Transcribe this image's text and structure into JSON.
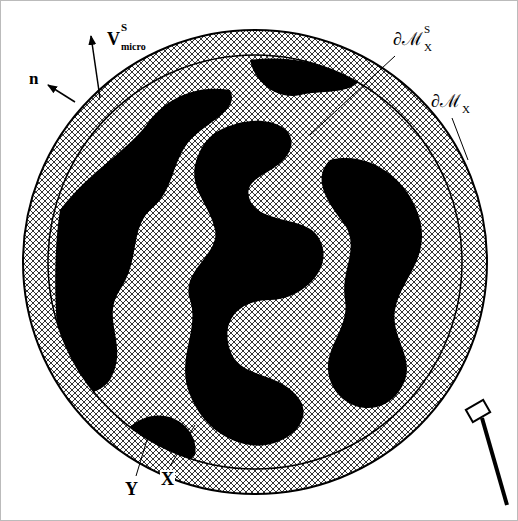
{
  "diagram": {
    "labels": [
      "V",
      "S",
      "micro",
      "n",
      "∂ℳ",
      "S",
      "X",
      "∂ℳ",
      "X",
      "Y",
      "X"
    ]
  }
}
